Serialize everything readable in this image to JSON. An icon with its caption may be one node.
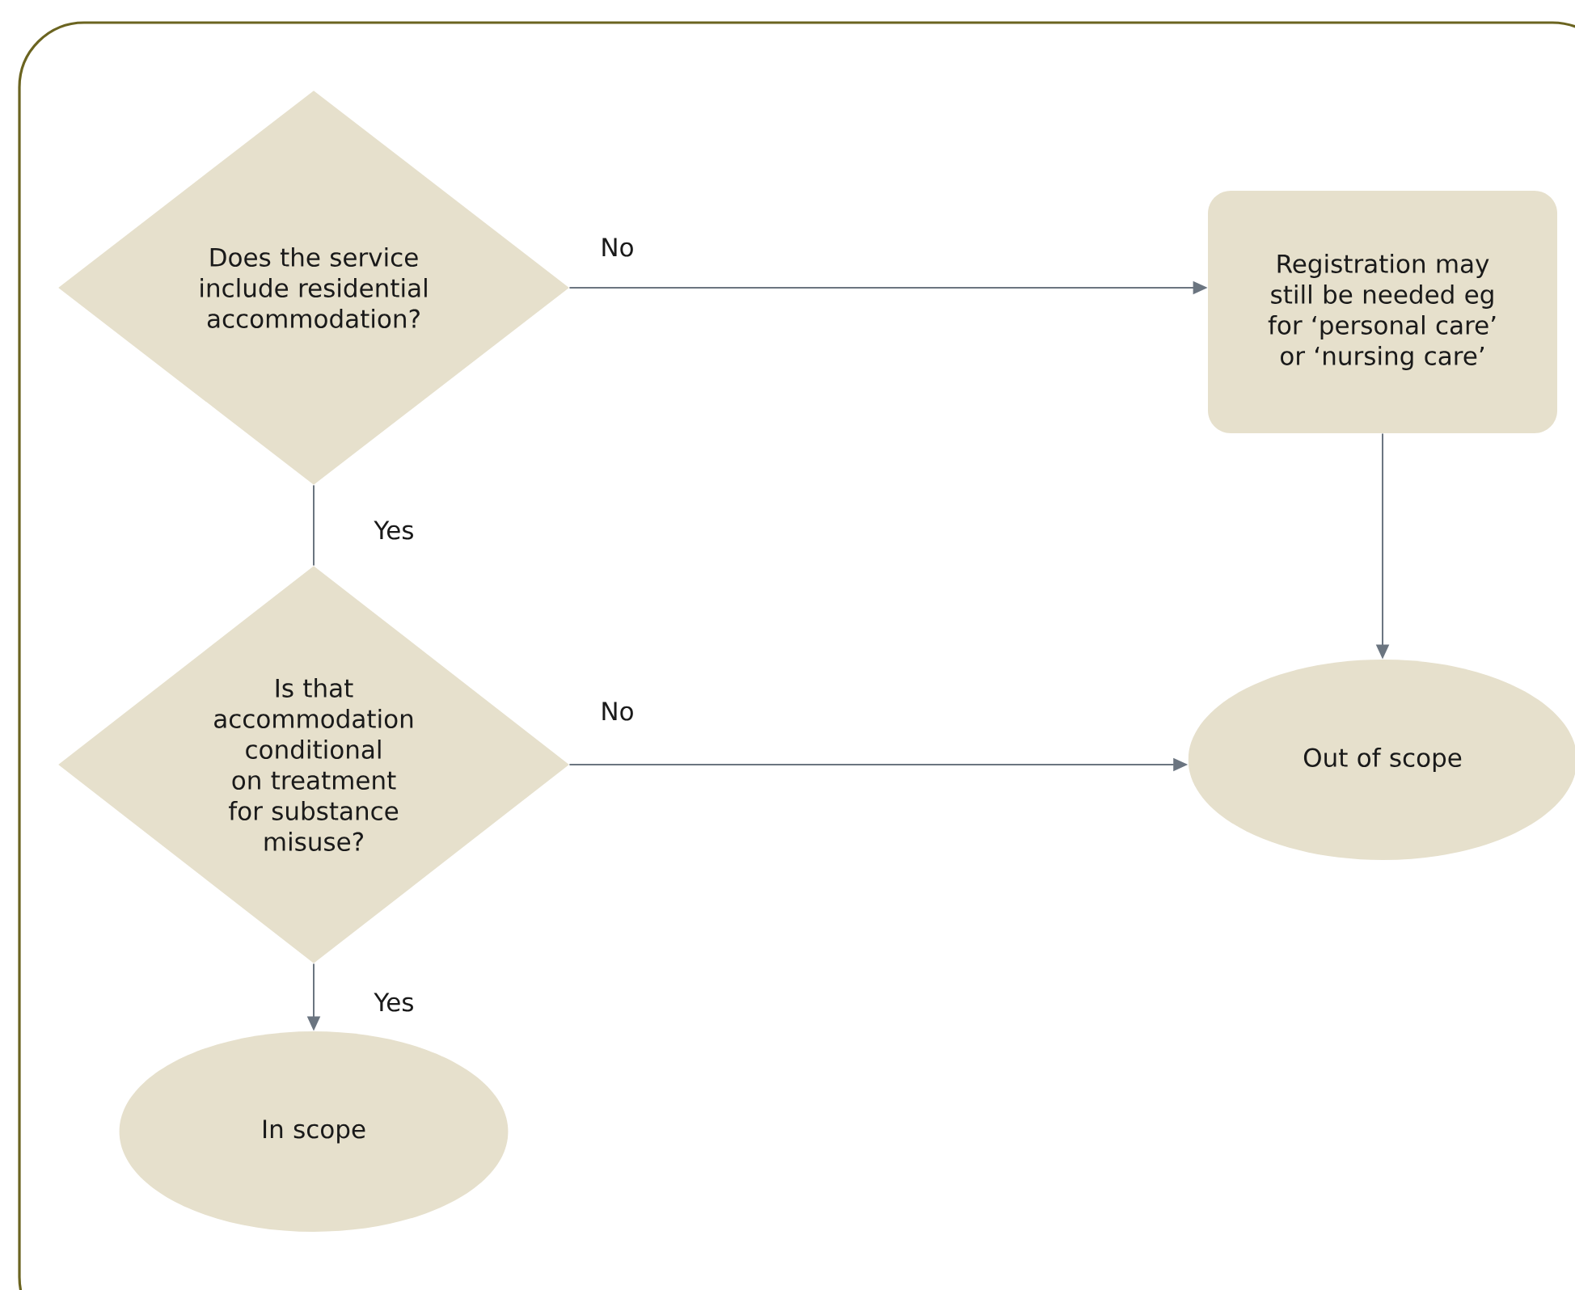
{
  "diagram": {
    "nodes": [
      {
        "text": [
          "Does the service include residential accommodation?"
        ]
      },
      {
        "text": [
          "Registration may still be needed eg for ‘personal care’ or ‘nursing care’"
        ]
      },
      {
        "text": [
          "Is that accommodation conditional on treatment for substance misuse?"
        ]
      },
      {
        "text": [
          "Out of scope"
        ]
      },
      {
        "text": [
          "In scope"
        ]
      }
    ],
    "edges": [
      {
        "from": 0,
        "to": 1,
        "arrow": "to",
        "label": "No"
      },
      {
        "from": 0,
        "to": 2,
        "arrow": "none",
        "label": "Yes"
      },
      {
        "from": 2,
        "to": 3,
        "arrow": "to",
        "label": "No"
      },
      {
        "from": 1,
        "to": 3,
        "arrow": "to"
      },
      {
        "from": 2,
        "to": 4,
        "arrow": "to",
        "label": "Yes"
      }
    ]
  }
}
